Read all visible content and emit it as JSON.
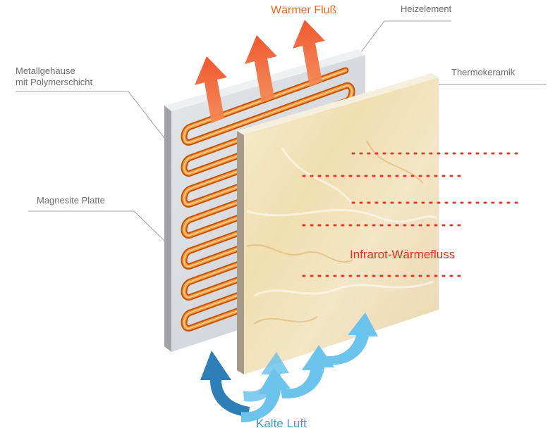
{
  "labels": {
    "warm_flow": "Wärmer Fluß",
    "heating_element": "Heizelement",
    "metal_housing_line1": "Metallgehäuse",
    "metal_housing_line2": "mit Polymerschicht",
    "thermoceramic": "Thermokeramik",
    "magnesite_plate": "Magnesite Platte",
    "infrared_flow": "Infrarot-Wärmefluss",
    "cold_air": "Kalte Luft"
  },
  "colors": {
    "warm_arrow": "#f0552a",
    "infrared_dots": "#e8352a",
    "cold_arrow_light": "#6cc3ec",
    "cold_arrow_dark": "#2e7fb8",
    "heating_coil": "#e8731c",
    "metal_plate": "#d6d9dd",
    "ceramic": "#f3e3bc",
    "leader_line": "#9b9b9b"
  },
  "icons": {
    "warm_arrows": "arrow-up-icon",
    "cold_arrows": "curved-arrow-icon"
  }
}
